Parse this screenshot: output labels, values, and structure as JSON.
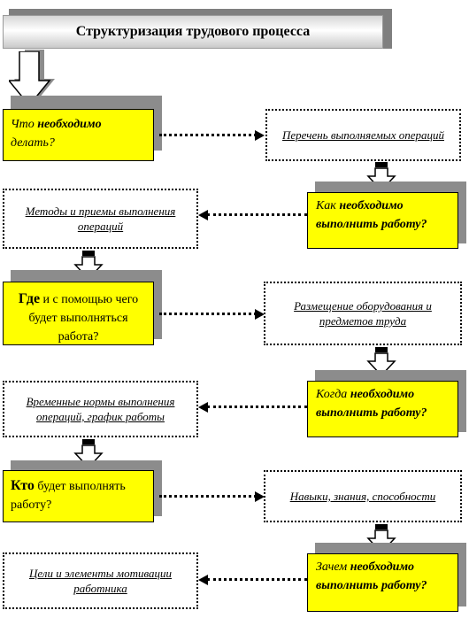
{
  "title": "Структуризация трудового процесса",
  "rows": [
    {
      "question": {
        "pre": "Что ",
        "keyword": "необходимо",
        "post": " делать?"
      },
      "answer": "Перечень выполняемых операций"
    },
    {
      "question": {
        "pre": "Как ",
        "keyword": "необходимо выполнить работу?",
        "post": ""
      },
      "answer": "Методы и приемы выполнения операций"
    },
    {
      "question": {
        "pre": "",
        "keyword": "Где",
        "post": " и с помощью чего будет выполняться работа?"
      },
      "answer": "Размещение оборудования и предметов труда"
    },
    {
      "question": {
        "pre": "Когда ",
        "keyword": "необходимо выполнить работу?",
        "post": ""
      },
      "answer": "Временные нормы выполнения операций, график работы"
    },
    {
      "question": {
        "pre": "",
        "keyword": "Кто",
        "post": " будет выполнять работу?"
      },
      "answer": "Навыки, знания, способности"
    },
    {
      "question": {
        "pre": "Зачем ",
        "keyword": "необходимо выполнить работу?",
        "post": ""
      },
      "answer": "Цели и элементы мотивации работника"
    }
  ],
  "colors": {
    "question_fill": "#ffff00",
    "shadow": "#8c8c8c",
    "title_gradient": "#d6d6d6"
  }
}
